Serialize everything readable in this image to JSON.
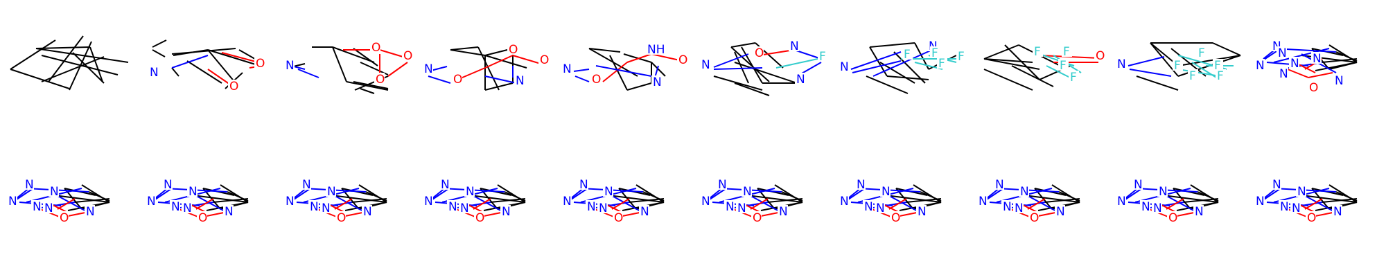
{
  "grid": {
    "rows": 2,
    "cols": 10
  },
  "colors": {
    "carbon": "#000000",
    "nitrogen": "#0000ff",
    "oxygen": "#ff0000",
    "fluorine": "#33cccc"
  },
  "molecules": [
    {
      "index": 1,
      "atoms": []
    },
    {
      "index": 2,
      "atoms": [
        "N",
        "O",
        "O"
      ]
    },
    {
      "index": 3,
      "atoms": [
        "N",
        "O",
        "O",
        "O"
      ]
    },
    {
      "index": 4,
      "atoms": [
        "N",
        "O",
        "O",
        "O",
        "N"
      ]
    },
    {
      "index": 5,
      "atoms": [
        "NH",
        "O",
        "N",
        "O",
        "N"
      ]
    },
    {
      "index": 6,
      "atoms": [
        "N",
        "O",
        "F",
        "N",
        "N"
      ]
    },
    {
      "index": 7,
      "atoms": [
        "N",
        "N",
        "F",
        "F",
        "F",
        "F"
      ]
    },
    {
      "index": 8,
      "atoms": [
        "O",
        "F",
        "F",
        "F",
        "F"
      ]
    },
    {
      "index": 9,
      "atoms": [
        "N",
        "F",
        "F",
        "F",
        "F",
        "F"
      ]
    },
    {
      "index": 10,
      "atoms": [
        "N",
        "N",
        "N",
        "N",
        "N",
        "N",
        "O",
        "N"
      ]
    },
    {
      "index": 11,
      "atoms": [
        "N",
        "N",
        "N",
        "N",
        "N",
        "O",
        "N"
      ]
    },
    {
      "index": 12,
      "atoms": [
        "N",
        "N",
        "N",
        "N",
        "N",
        "O",
        "N"
      ]
    },
    {
      "index": 13,
      "atoms": [
        "N",
        "N",
        "N",
        "N",
        "N",
        "O",
        "N"
      ]
    },
    {
      "index": 14,
      "atoms": [
        "N",
        "N",
        "N",
        "N",
        "N",
        "O",
        "N"
      ]
    },
    {
      "index": 15,
      "atoms": [
        "N",
        "N",
        "N",
        "N",
        "N",
        "O",
        "N"
      ]
    },
    {
      "index": 16,
      "atoms": [
        "N",
        "N",
        "N",
        "N",
        "N",
        "O",
        "N"
      ]
    },
    {
      "index": 17,
      "atoms": [
        "N",
        "N",
        "N",
        "N",
        "N",
        "O",
        "N"
      ]
    },
    {
      "index": 18,
      "atoms": [
        "N",
        "N",
        "N",
        "N",
        "N",
        "O",
        "N"
      ]
    },
    {
      "index": 19,
      "atoms": [
        "N",
        "N",
        "N",
        "N",
        "N",
        "O",
        "N"
      ]
    },
    {
      "index": 20,
      "atoms": [
        "N",
        "N",
        "N",
        "N",
        "N",
        "O",
        "N"
      ]
    }
  ]
}
